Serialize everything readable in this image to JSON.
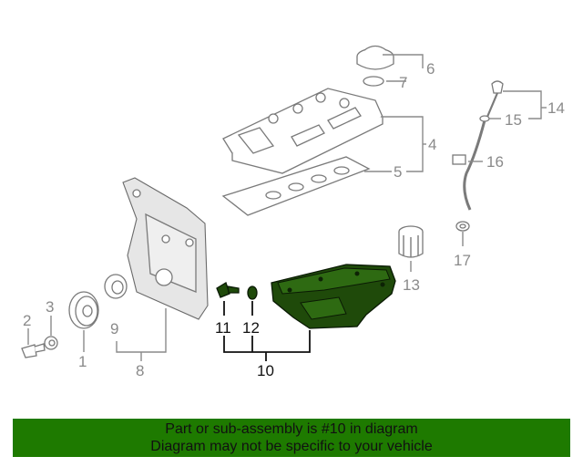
{
  "callouts": {
    "c1": "1",
    "c2": "2",
    "c3": "3",
    "c4": "4",
    "c5": "5",
    "c6": "6",
    "c7": "7",
    "c8": "8",
    "c9": "9",
    "c10": "10",
    "c11": "11",
    "c12": "12",
    "c13": "13",
    "c14": "14",
    "c15": "15",
    "c16": "16",
    "c17": "17"
  },
  "highlighted_part": "10",
  "colors": {
    "highlight": "#1f4a0a",
    "banner": "#1e7a00",
    "line": "#8a8a8a"
  },
  "banner": {
    "line1": "Part or sub-assembly is #10 in diagram",
    "line2": "Diagram may not be specific to your vehicle"
  }
}
